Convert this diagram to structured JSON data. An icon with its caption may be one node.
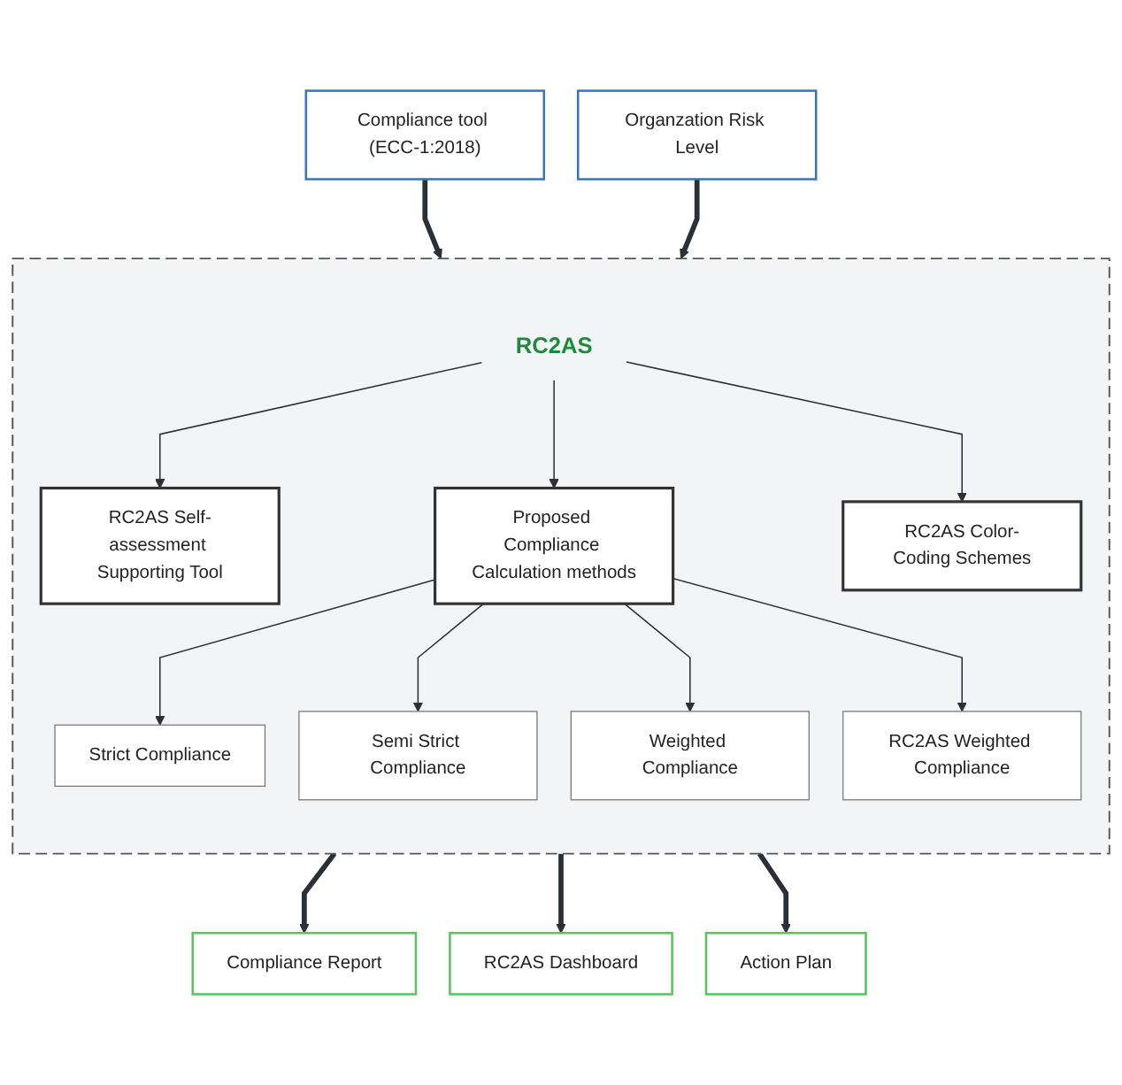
{
  "diagram": {
    "nodes": [
      {
        "text": [
          "Compliance tool (ECC-1:2018)"
        ]
      },
      {
        "text": [
          "Organzation Risk Level"
        ]
      },
      {
        "text": [],
        "shape": "box"
      },
      {
        "text": [
          "RC2AS"
        ],
        "in": 2
      },
      {
        "text": [
          "RC2AS Self-assessment Supporting Tool"
        ],
        "in": 2
      },
      {
        "text": [
          "Proposed Compliance Calculation methods"
        ],
        "in": 2
      },
      {
        "text": [
          "RC2AS Color-Coding Schemes"
        ],
        "in": 2
      },
      {
        "text": [
          "Strict Compliance"
        ],
        "in": 2
      },
      {
        "text": [
          "Semi Strict Compliance"
        ],
        "in": 2
      },
      {
        "text": [
          "Weighted Compliance"
        ],
        "in": 2
      },
      {
        "text": [
          "RC2AS Weighted Compliance"
        ],
        "in": 2
      },
      {
        "text": [
          "Compliance Report"
        ]
      },
      {
        "text": [
          "RC2AS Dashboard"
        ]
      },
      {
        "text": [
          "Action Plan"
        ]
      }
    ],
    "edges": [
      {
        "from": 0,
        "to": 2,
        "arrow": "to",
        "style": "thick"
      },
      {
        "from": 1,
        "to": 2,
        "arrow": "to",
        "style": "thick"
      },
      {
        "from": 3,
        "to": 4,
        "arrow": "to"
      },
      {
        "from": 3,
        "to": 5,
        "arrow": "to"
      },
      {
        "from": 3,
        "to": 6,
        "arrow": "to"
      },
      {
        "from": 5,
        "to": 7,
        "arrow": "to"
      },
      {
        "from": 5,
        "to": 8,
        "arrow": "to"
      },
      {
        "from": 5,
        "to": 9,
        "arrow": "to"
      },
      {
        "from": 5,
        "to": 10,
        "arrow": "to"
      },
      {
        "from": 2,
        "to": 11,
        "arrow": "to",
        "style": "thick"
      },
      {
        "from": 2,
        "to": 12,
        "arrow": "to",
        "style": "thick"
      },
      {
        "from": 2,
        "to": 13,
        "arrow": "to",
        "style": "thick"
      }
    ]
  }
}
